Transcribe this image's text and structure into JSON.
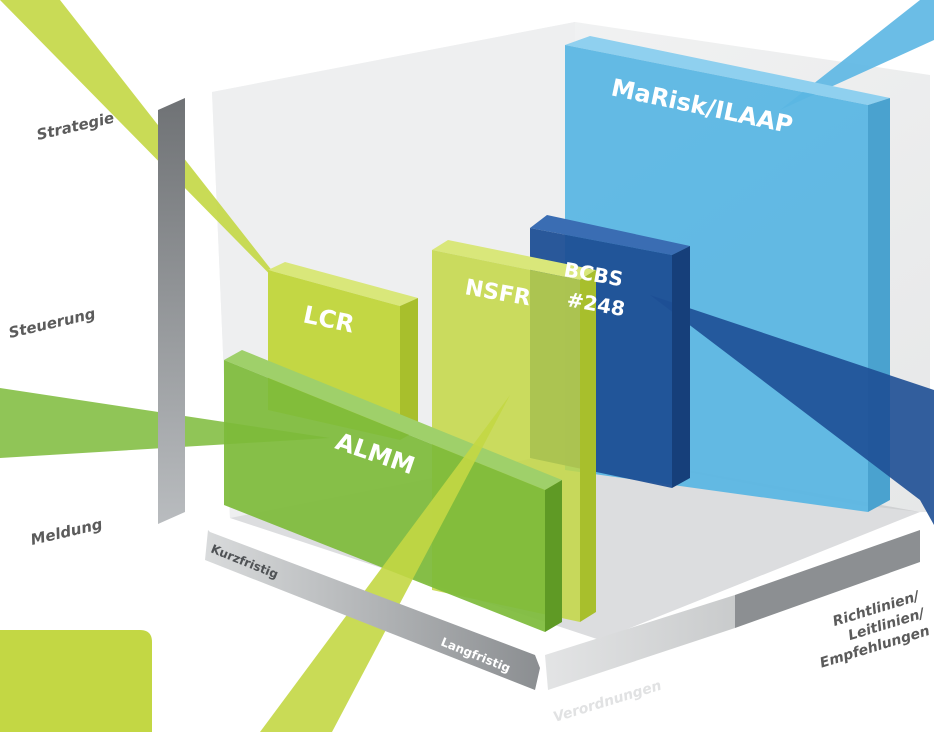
{
  "vertical_axis": {
    "labels": [
      "Strategie",
      "Steuerung",
      "Meldung"
    ]
  },
  "horizontal_axis": {
    "start_label": "Kurzfristig",
    "end_label": "Langfristig"
  },
  "depth_axis": {
    "left_label": "Verordnungen",
    "right_label_lines": [
      "Richtlinien/",
      "Leitlinien/",
      "Empfehlungen"
    ]
  },
  "blocks": [
    {
      "label": "MaRisk/ILAAP",
      "color": "#5bb6e3"
    },
    {
      "label_lines": [
        "BCBS",
        "#248"
      ],
      "color": "#1e4f95"
    },
    {
      "label": "NSFR",
      "color": "#c3d744"
    },
    {
      "label": "LCR",
      "color": "#c3d744"
    },
    {
      "label": "ALMM",
      "color": "#7dbb3a"
    }
  ],
  "colors": {
    "lime": "#c3d744",
    "green": "#7dbb3a",
    "light_blue": "#5bb6e3",
    "dark_blue": "#1e4f95",
    "axis_gray": "#8c8f92"
  }
}
